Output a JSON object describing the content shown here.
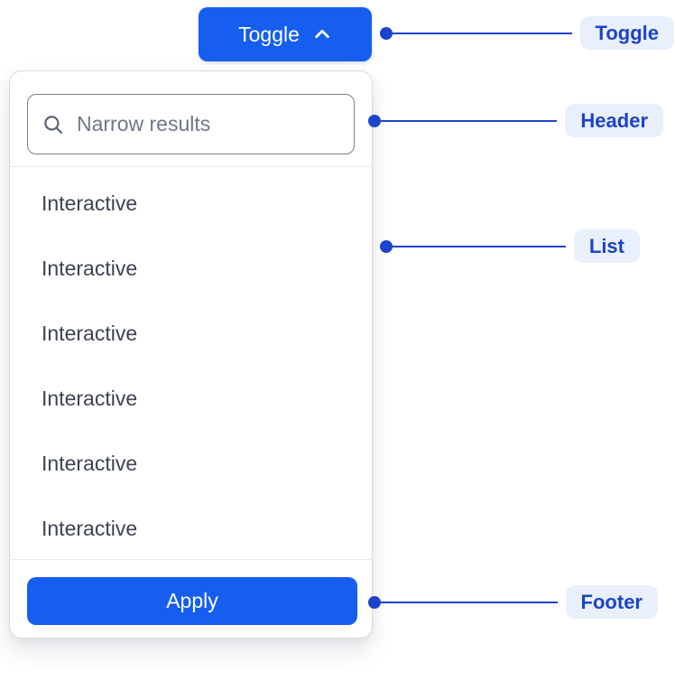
{
  "toggle": {
    "label": "Toggle",
    "icon": "chevron-up-icon"
  },
  "panel": {
    "search_placeholder": "Narrow results",
    "search_icon": "search-icon",
    "items": [
      "Interactive",
      "Interactive",
      "Interactive",
      "Interactive",
      "Interactive",
      "Interactive"
    ],
    "apply_label": "Apply"
  },
  "annotations": [
    {
      "label": "Toggle"
    },
    {
      "label": "Header"
    },
    {
      "label": "List"
    },
    {
      "label": "Footer"
    }
  ],
  "colors": {
    "primary_blue": "#155EEF",
    "annotation_blue": "#1c43cb",
    "annotation_pill_bg": "#e9f0fc",
    "item_text": "#3d4450",
    "placeholder_text": "#6f7787",
    "input_border": "#7a8290",
    "panel_border": "#d9dbe1",
    "divider": "#e9eaee",
    "button_text": "#ffffff"
  }
}
